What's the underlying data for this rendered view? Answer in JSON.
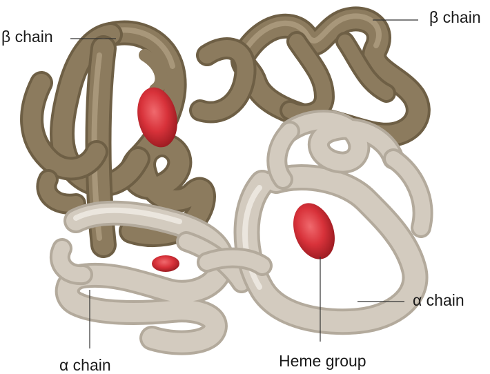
{
  "figure": {
    "labels": {
      "beta_left": "β chain",
      "beta_right": "β chain",
      "alpha_right": "α chain",
      "alpha_left": "α chain",
      "heme": "Heme group"
    },
    "colors": {
      "beta_chain": "#8c7b5e",
      "beta_chain_dark": "#6e5f45",
      "beta_chain_light": "#a8977a",
      "alpha_chain": "#d3cbbf",
      "alpha_chain_dark": "#b3aa9c",
      "alpha_chain_light": "#ebe6de",
      "heme": "#d8323a",
      "heme_dark": "#9e1c22"
    }
  }
}
